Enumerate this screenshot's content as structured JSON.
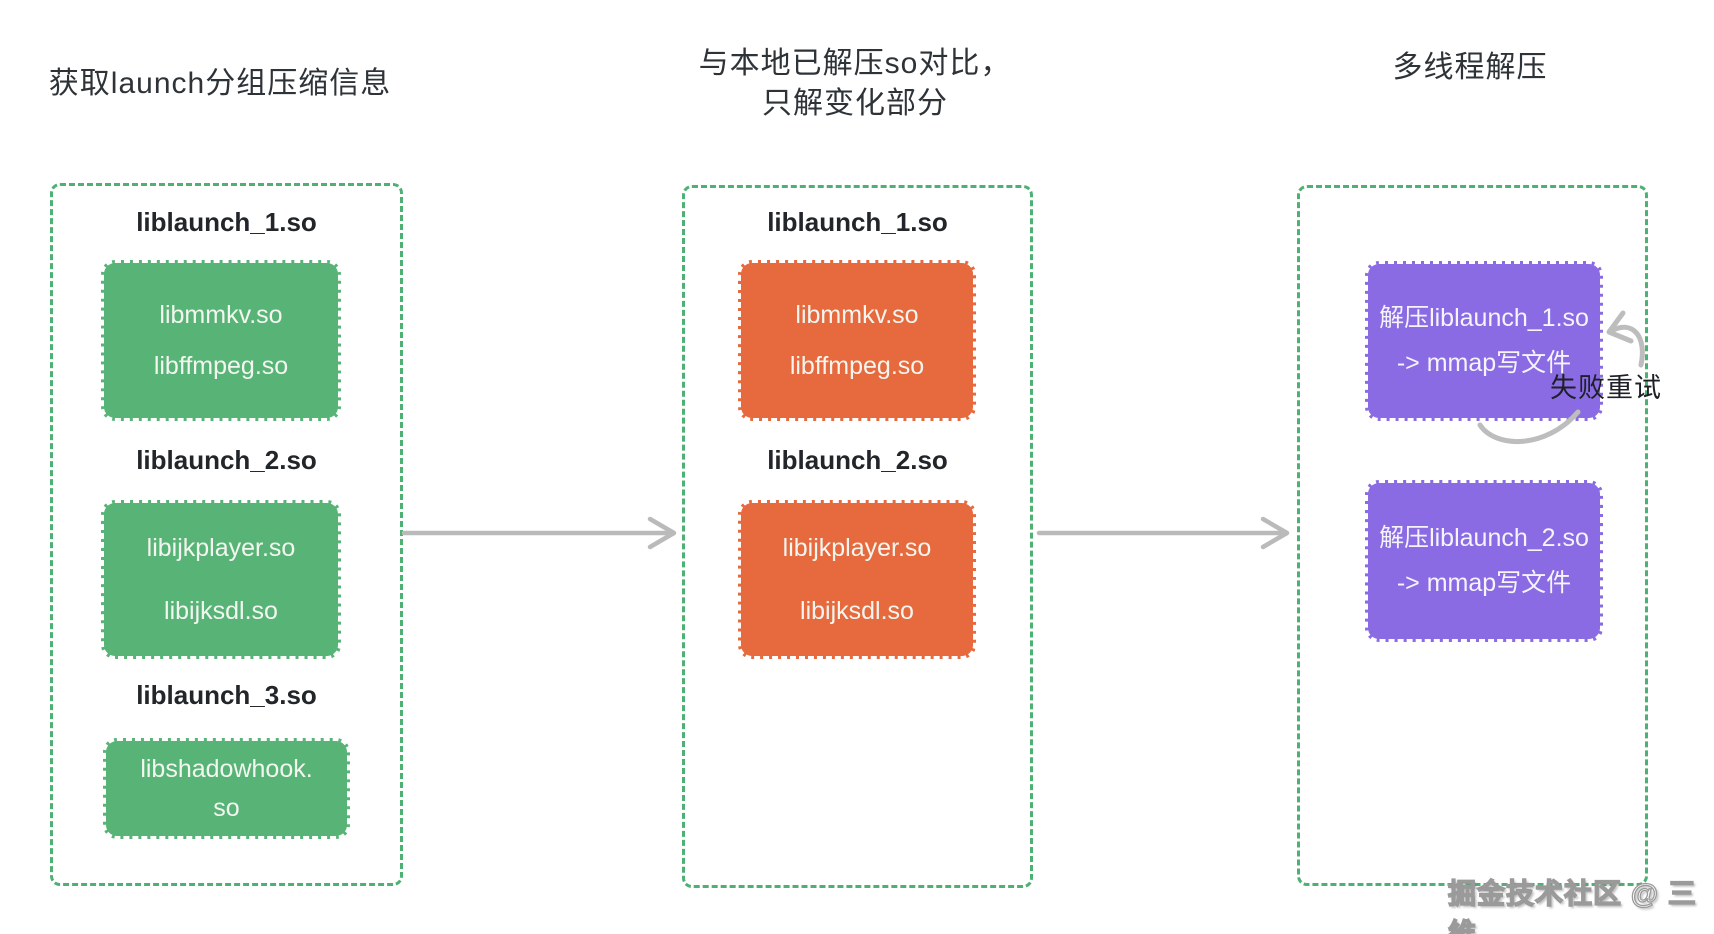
{
  "titles": {
    "left": "获取launch分组压缩信息",
    "middle": [
      "与本地已解压so对比，",
      "只解变化部分"
    ],
    "right": "多线程解压"
  },
  "left_column": {
    "groups": [
      {
        "header": "liblaunch_1.so",
        "items": [
          "libmmkv.so",
          "libffmpeg.so"
        ]
      },
      {
        "header": "liblaunch_2.so",
        "items": [
          "libijkplayer.so",
          "libijksdl.so"
        ]
      },
      {
        "header": "liblaunch_3.so",
        "items": [
          "libshadowhook.so"
        ]
      }
    ]
  },
  "middle_column": {
    "groups": [
      {
        "header": "liblaunch_1.so",
        "items": [
          "libmmkv.so",
          "libffmpeg.so"
        ]
      },
      {
        "header": "liblaunch_2.so",
        "items": [
          "libijkplayer.so",
          "libijksdl.so"
        ]
      }
    ]
  },
  "right_column": {
    "tasks": [
      {
        "lines": [
          "解压liblaunch_1.so",
          "-> mmap写文件"
        ]
      },
      {
        "lines": [
          "解压liblaunch_2.so",
          "-> mmap写文件"
        ]
      }
    ],
    "retry_label": "失败重试"
  },
  "watermark": "掘金技术社区 @ 三維",
  "colors": {
    "group_green": "#58B476",
    "diff_orange": "#E66A3D",
    "task_purple": "#8A6BE4",
    "container_border_green": "#4DB174",
    "arrow_gray": "#BABABA",
    "title_text": "#2E3338",
    "header_text": "#222529",
    "box_text": "#F3F6F0"
  }
}
